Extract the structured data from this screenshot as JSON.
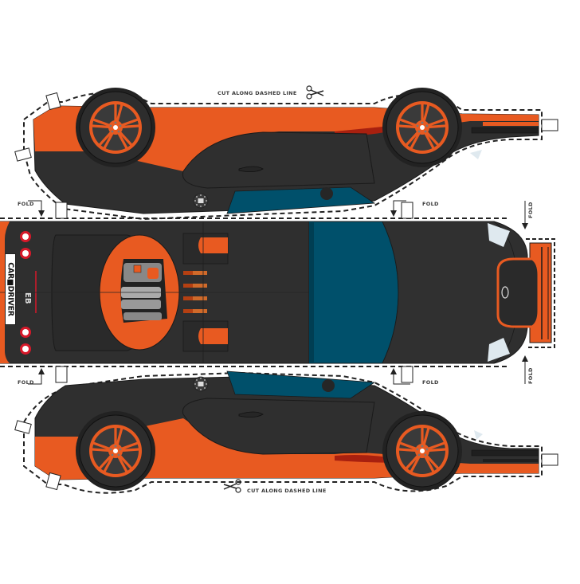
{
  "template": {
    "subject": "Bugatti Veyron paper-craft car template",
    "colors": {
      "body_black": "#2f2f2f",
      "body_orange": "#e85a21",
      "orange_dark": "#a8200f",
      "glass_teal": "#00506b",
      "outline": "#1a1a1a",
      "cut_line": "#222222",
      "light_lens": "#dfe9ef",
      "tail_light_red": "#d7192a",
      "paper": "#ffffff"
    }
  },
  "labels": {
    "cut_top": "CUT ALONG DASHED LINE",
    "cut_bottom": "CUT ALONG DASHED LINE",
    "fold_top_left": "FOLD",
    "fold_top_right": "FOLD",
    "fold_bottom_left": "FOLD",
    "fold_bottom_right": "FOLD",
    "fold_front_top": "FOLD",
    "fold_front_bottom": "FOLD"
  },
  "icons": {
    "scissors_top": "scissors-icon",
    "scissors_bottom": "scissors-icon",
    "fold_arrow": "arrow-icon"
  },
  "license_plate": {
    "text": "CAR■DRIVER"
  },
  "badge": {
    "text": "EB"
  },
  "panels": [
    {
      "name": "top-side-profile",
      "wheels": 2
    },
    {
      "name": "roof-top-view",
      "tail_lights": 4,
      "engine_vents": 4
    },
    {
      "name": "bottom-side-profile",
      "wheels": 2
    }
  ]
}
